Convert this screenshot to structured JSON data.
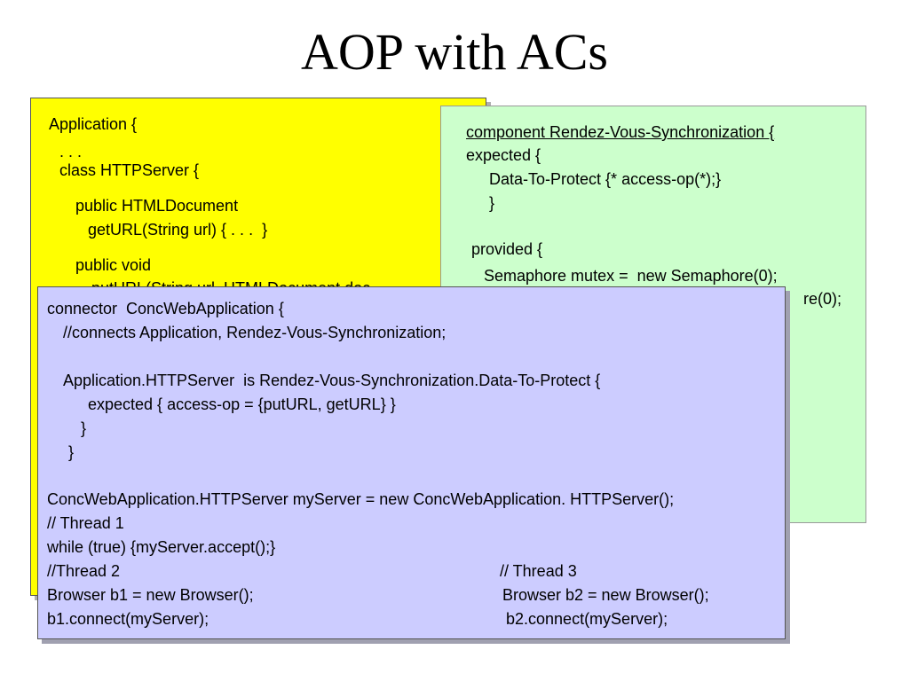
{
  "slide": {
    "title": "AOP with ACs"
  },
  "application_box": {
    "lines": [
      "Application {",
      ". . .",
      "class HTTPServer {",
      "public HTMLDocument",
      "getURL(String url) { . . .  }",
      "public void",
      "putURL(String url, HTMLDocument doc"
    ]
  },
  "component_box": {
    "lines": [
      "component Rendez-Vous-Synchronization {",
      "expected {",
      "Data-To-Protect {* access-op(*);}",
      "}",
      "provided {",
      "Semaphore mutex =  new Semaphore(0);",
      "re(0);"
    ]
  },
  "connector_box": {
    "lines": [
      "connector  ConcWebApplication {",
      "//connects Application, Rendez-Vous-Synchronization;",
      "Application.HTTPServer  is Rendez-Vous-Synchronization.Data-To-Protect {",
      "expected { access-op = {putURL, getURL} }",
      "}",
      "}",
      "ConcWebApplication.HTTPServer myServer = new ConcWebApplication. HTTPServer();",
      "// Thread 1",
      "while (true) {myServer.accept();}",
      "//Thread 2",
      "Browser b1 = new Browser();",
      "b1.connect(myServer);",
      "// Thread 3",
      "Browser b2 = new Browser();",
      "b2.connect(myServer);"
    ]
  }
}
